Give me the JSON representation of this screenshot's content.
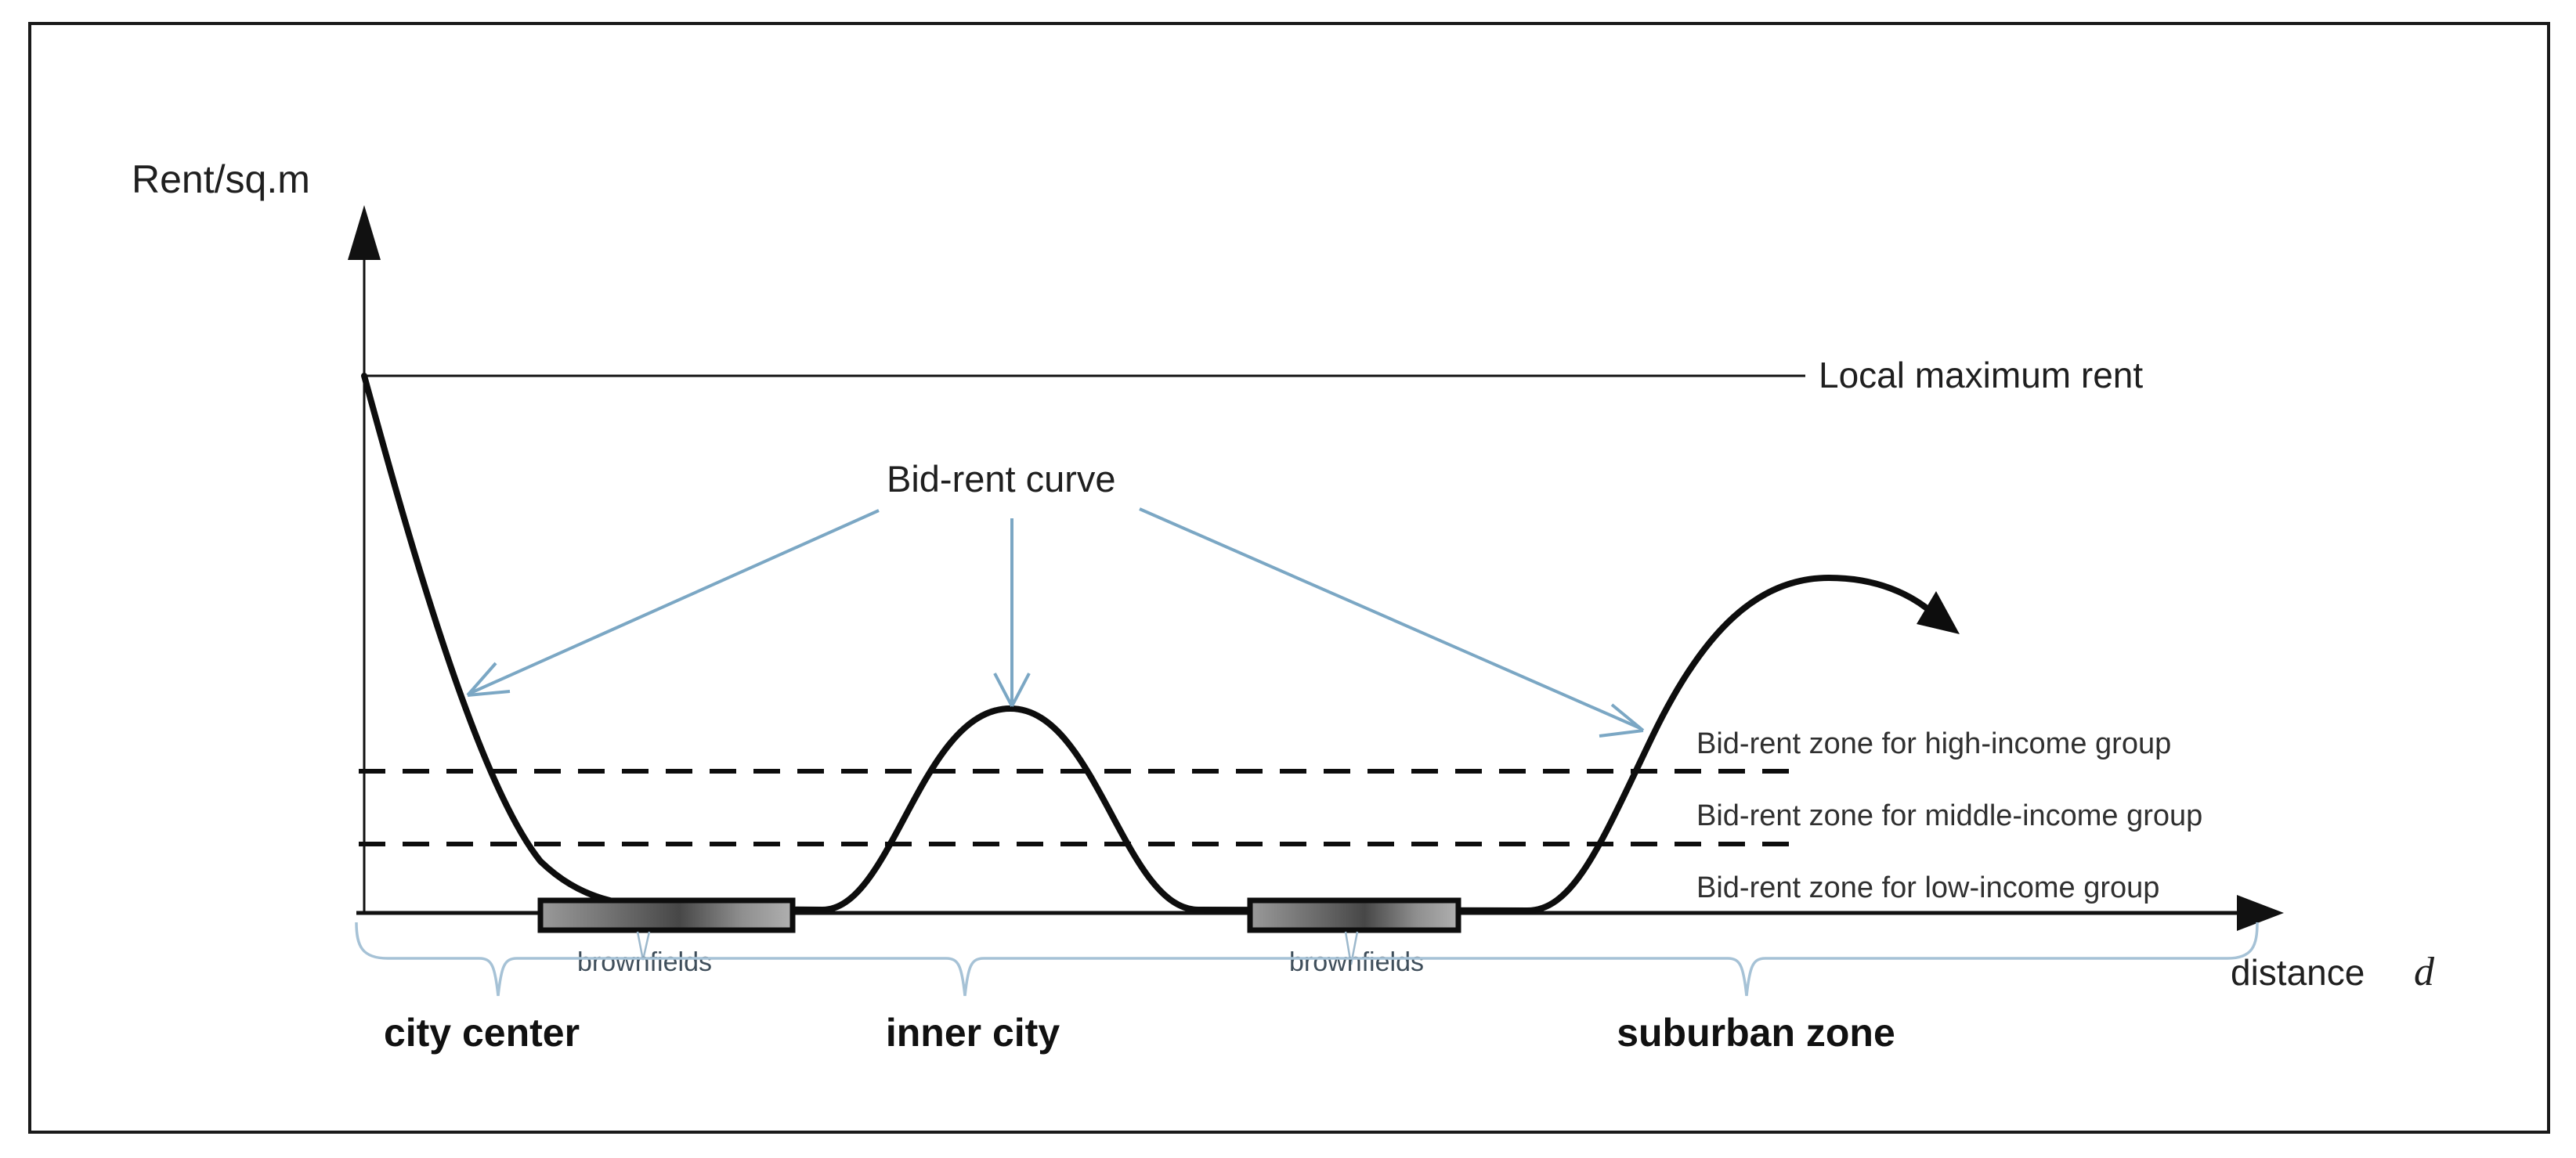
{
  "figure": {
    "y_axis_label": "Rent/sq.m",
    "x_axis_label_word": "distance",
    "x_axis_label_symbol": "d",
    "local_maximum_label": "Local maximum rent",
    "curve_annotation": "Bid-rent curve",
    "income_zone_labels": {
      "high": "Bid-rent zone for high-income group",
      "middle": "Bid-rent zone for middle-income group",
      "low": "Bid-rent zone for low-income group"
    },
    "brownfield_labels": [
      "brownfields",
      "brownfields"
    ],
    "district_labels": [
      "city center",
      "inner city",
      "suburban zone"
    ],
    "colors": {
      "curve_black": "#0d0d0d",
      "annotation_blue": "#7ba7c4",
      "brace_blue": "#a6c2d6",
      "text_dark": "#1f1f1f"
    }
  }
}
